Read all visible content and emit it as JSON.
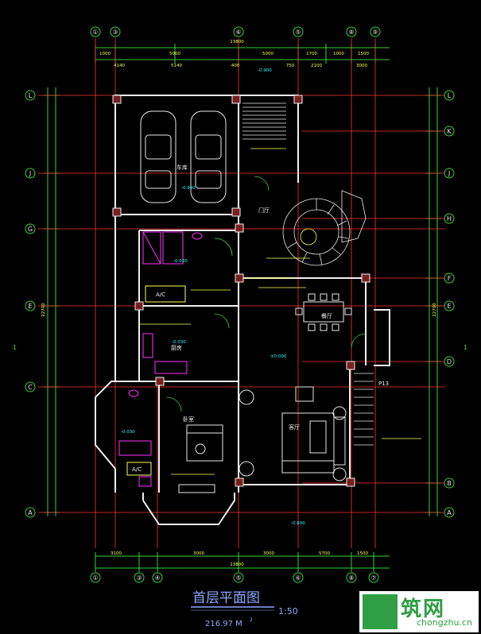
{
  "drawing": {
    "title": "首层平面图",
    "scale": "1:50",
    "area": "216.97 M",
    "area_sup": "2"
  },
  "watermark": {
    "cn": "筑网",
    "url": "chongzhu.cn"
  },
  "grid": {
    "top_labels": [
      "①",
      "③",
      "⑤",
      "⑥",
      "⑧",
      "⑨"
    ],
    "bottom_labels": [
      "①",
      "③",
      "④",
      "⑤",
      "⑥",
      "⑦",
      "⑧"
    ],
    "left_labels": [
      "L",
      "J",
      "G",
      "E",
      "C",
      "A"
    ],
    "right_labels": [
      "L",
      "K",
      "J",
      "H",
      "F",
      "E",
      "D",
      "B",
      "A"
    ]
  },
  "dimensions": {
    "top_total": "13800",
    "top_row1": [
      "1000",
      "5000",
      "5000",
      "1700",
      "1000",
      "1500"
    ],
    "top_row2": [
      "4140",
      "5140",
      "400",
      "750",
      "2100",
      "3000"
    ],
    "bottom_total": "13800",
    "bottom_row1": [
      "3100",
      "3000",
      "3000",
      "5700",
      "1500"
    ],
    "left_total": "22700",
    "right_total": "22700"
  },
  "rooms": {
    "garage": "车库",
    "entry": "门厅",
    "dining": "餐厅",
    "kitchen": "厨房",
    "bedroom": "卧室",
    "living": "客厅",
    "ac_top": "A/C",
    "ac_bottom": "A/C",
    "mark_pt3": "P13"
  },
  "levels": {
    "l1": "-0.900",
    "l2": "-0.030",
    "l3": "±0.000",
    "l4": "-0.030",
    "l5": "-0.030",
    "l6": "-0.900",
    "l7": "-0.600"
  },
  "section_marks": {
    "left": "1",
    "right": "1"
  }
}
